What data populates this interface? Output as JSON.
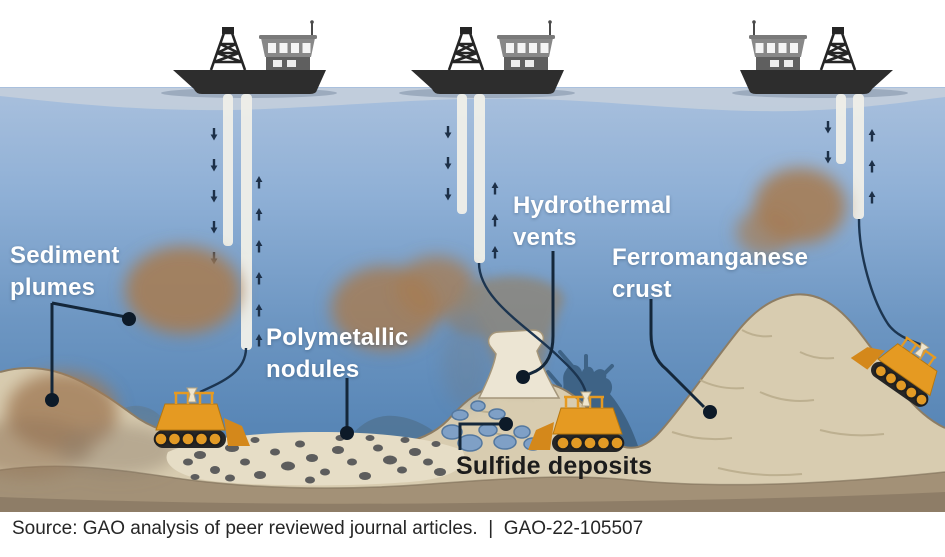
{
  "figure": {
    "labels": {
      "sediment_plumes": "Sediment\nplumes",
      "polymetallic_nodules": "Polymetallic\nnodules",
      "hydrothermal_vents": "Hydrothermal\nvents",
      "ferromanganese_crust": "Ferromanganese\ncrust",
      "sulfide_deposits": "Sulfide deposits"
    },
    "source_line": "Source: GAO analysis of peer reviewed journal articles.  |  GAO-22-105507",
    "scene": {
      "ships": 3,
      "mining_vehicles": 3,
      "elements": [
        "drilling-ship",
        "deployment-pipe",
        "riser-pipe",
        "descent-arrows",
        "ascent-arrows",
        "sediment-plume",
        "mining-vehicle",
        "hydrothermal-vent-chimney",
        "vent-smoke",
        "polymetallic-nodule-field",
        "sulfide-deposit-rocks",
        "ferromanganese-crust-seamount"
      ]
    },
    "colors": {
      "page_bg": "#ffffff",
      "label_white": "#ffffff",
      "label_dark": "#1c1c1c",
      "source_text": "#262626",
      "water_surface_band": "#c2cedb",
      "water_top": "#a9c0dd",
      "water_deep": "#4d7dab",
      "seabed_tan": "#d8ccb0",
      "seabed_under": "#a39177",
      "seabed_deep": "#8e7d67",
      "nodule_field": "#e6ddc6",
      "plume_brown": "#a57d55",
      "vehicle_orange": "#e59a22",
      "ship_dark": "#2d2d2d",
      "ship_gray": "#888888",
      "vent_chimney": "#ece5d3",
      "sulfide_blue": "#7fa0c6",
      "leader_navy": "#14273a"
    }
  }
}
